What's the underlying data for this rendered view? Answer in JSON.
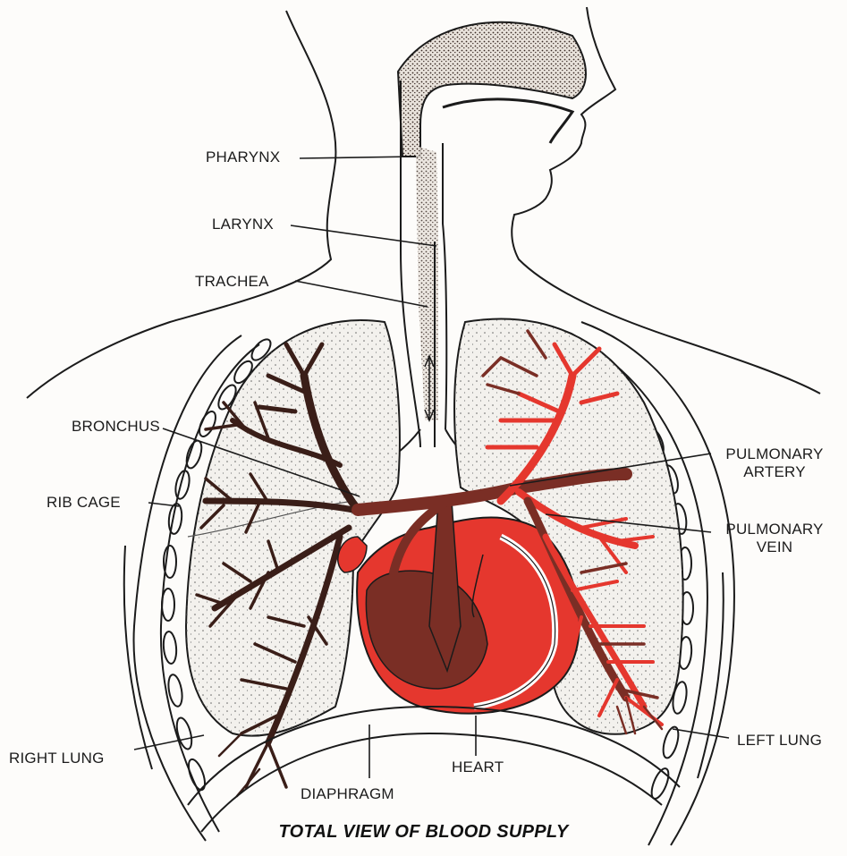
{
  "labels": {
    "pharynx": "PHARYNX",
    "larynx": "LARYNX",
    "trachea": "TRACHEA",
    "bronchus": "BRONCHUS",
    "rib_cage": "RIB CAGE",
    "right_lung": "RIGHT LUNG",
    "diaphragm": "DIAPHRAGM",
    "heart": "HEART",
    "left_lung": "LEFT LUNG",
    "pulmonary_artery_line1": "PULMONARY",
    "pulmonary_artery_line2": "ARTERY",
    "pulmonary_vein_line1": "PULMONARY",
    "pulmonary_vein_line2": "VEIN"
  },
  "caption": "TOTAL VIEW OF BLOOD SUPPLY",
  "colors": {
    "artery_red": "#e5372e",
    "vein_dark": "#7a2e25",
    "airway_dark": "#3a1e18",
    "lung_fill": "#f4f2ee",
    "outline": "#1b1b1b",
    "background": "#fdfcfa"
  }
}
